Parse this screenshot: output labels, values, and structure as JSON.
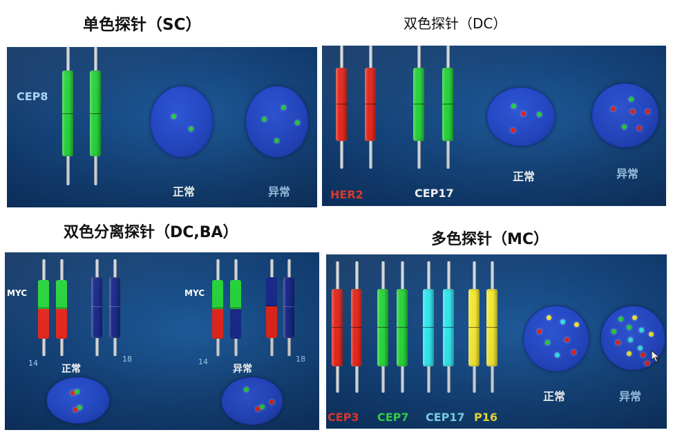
{
  "titles": {
    "sc": "单色探针（SC）",
    "dc": "双色探针（DC）",
    "ba": "双色分离探针（DC,BA）",
    "mc": "多色探针（MC）"
  },
  "colors": {
    "green": "#27d23a",
    "red": "#e0261c",
    "cyan": "#33e3ea",
    "yellow": "#f2e735",
    "navy": "#1a2a88",
    "label_red": "#e23a2c",
    "label_green": "#33d84a",
    "label_cyan": "#7fd8ef",
    "label_yellow": "#f2e735"
  },
  "sc": {
    "probe_label": "CEP8",
    "normal": "正常",
    "abnormal": "异常"
  },
  "dc": {
    "probe1": "HER2",
    "probe2": "CEP17",
    "normal": "正常",
    "abnormal": "异常"
  },
  "ba": {
    "left": {
      "gene": "MYC",
      "chr1": "14",
      "chr2": "18",
      "status": "正常"
    },
    "right": {
      "gene": "MYC",
      "chr1": "14",
      "chr2": "18",
      "status": "异常"
    }
  },
  "mc": {
    "probe1": "CEP3",
    "probe2": "CEP7",
    "probe3": "CEP17",
    "probe4": "P16",
    "normal": "正常",
    "abnormal": "异常"
  },
  "icons": {
    "cursor": "mouse-pointer-icon"
  }
}
